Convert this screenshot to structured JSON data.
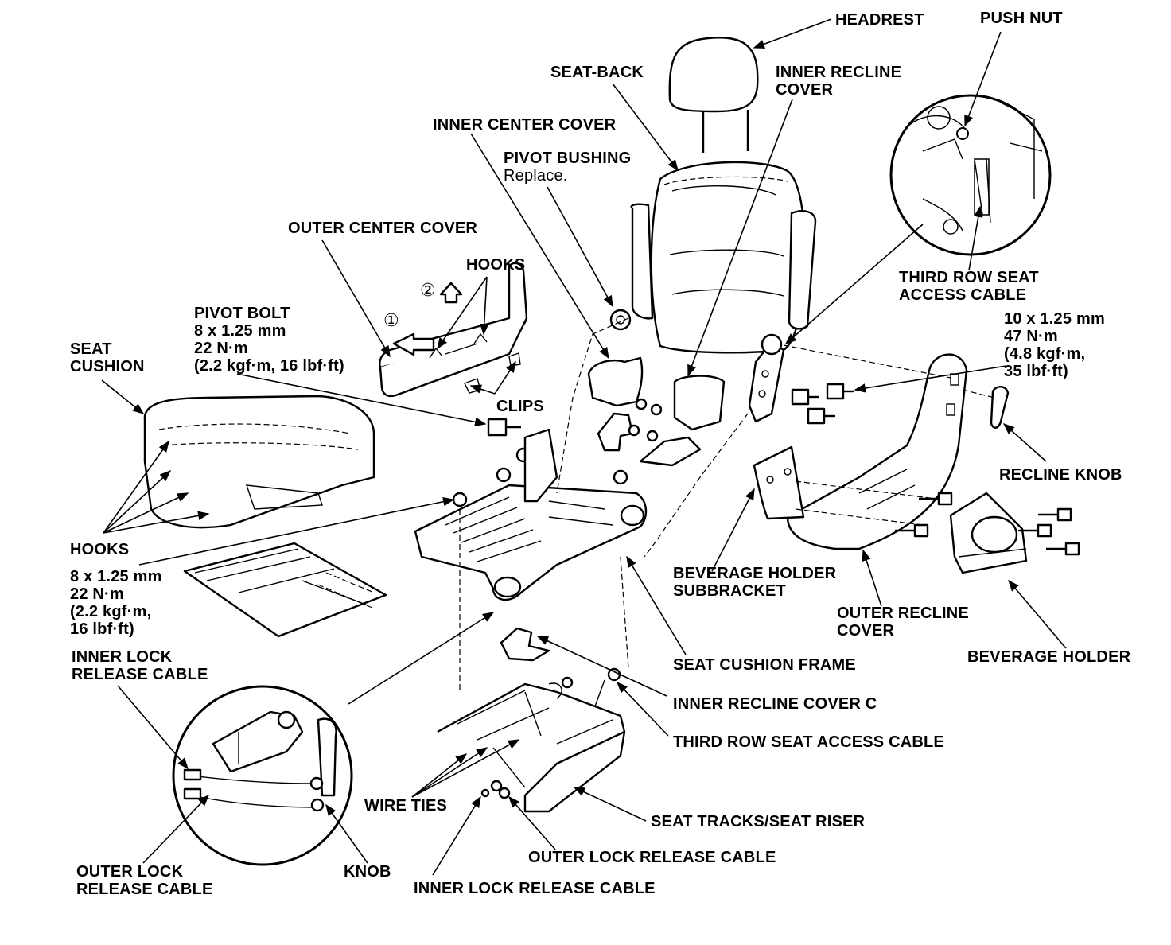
{
  "labels": {
    "headrest": "HEADREST",
    "push_nut": "PUSH NUT",
    "seat_back": "SEAT-BACK",
    "inner_recline_cover": "INNER RECLINE\nCOVER",
    "inner_center_cover": "INNER CENTER COVER",
    "pivot_bushing": "PIVOT BUSHING",
    "pivot_bushing_note": "Replace.",
    "outer_center_cover": "OUTER CENTER COVER",
    "hooks_top": "HOOKS",
    "pivot_bolt": "PIVOT BOLT\n8 x 1.25 mm\n22 N·m\n(2.2 kgf·m, 16 lbf·ft)",
    "seat_cushion": "SEAT\nCUSHION",
    "clips": "CLIPS",
    "third_row_access_top": "THIRD ROW SEAT\nACCESS CABLE",
    "bolt_10mm": "10 x 1.25 mm\n47 N·m\n(4.8 kgf·m,\n35 lbf·ft)",
    "recline_knob": "RECLINE KNOB",
    "hooks_left": "HOOKS",
    "torque_8mm": "8 x 1.25 mm\n22 N·m\n(2.2 kgf·m,\n16 lbf·ft)",
    "beverage_holder_subbracket": "BEVERAGE HOLDER\nSUBBRACKET",
    "outer_recline_cover": "OUTER RECLINE\nCOVER",
    "beverage_holder": "BEVERAGE HOLDER",
    "inner_lock_release_left": "INNER LOCK\nRELEASE CABLE",
    "seat_cushion_frame": "SEAT CUSHION FRAME",
    "inner_recline_cover_c": "INNER RECLINE COVER C",
    "third_row_access_bottom": "THIRD ROW SEAT ACCESS CABLE",
    "wire_ties": "WIRE TIES",
    "seat_tracks": "SEAT TRACKS/SEAT RISER",
    "outer_lock_release_left": "OUTER LOCK\nRELEASE CABLE",
    "knob": "KNOB",
    "outer_lock_release_bottom": "OUTER LOCK RELEASE CABLE",
    "inner_lock_release_bottom": "INNER LOCK RELEASE CABLE",
    "step_1": "①",
    "step_2": "②"
  },
  "colors": {
    "ink": "#000000",
    "paper": "#ffffff"
  }
}
